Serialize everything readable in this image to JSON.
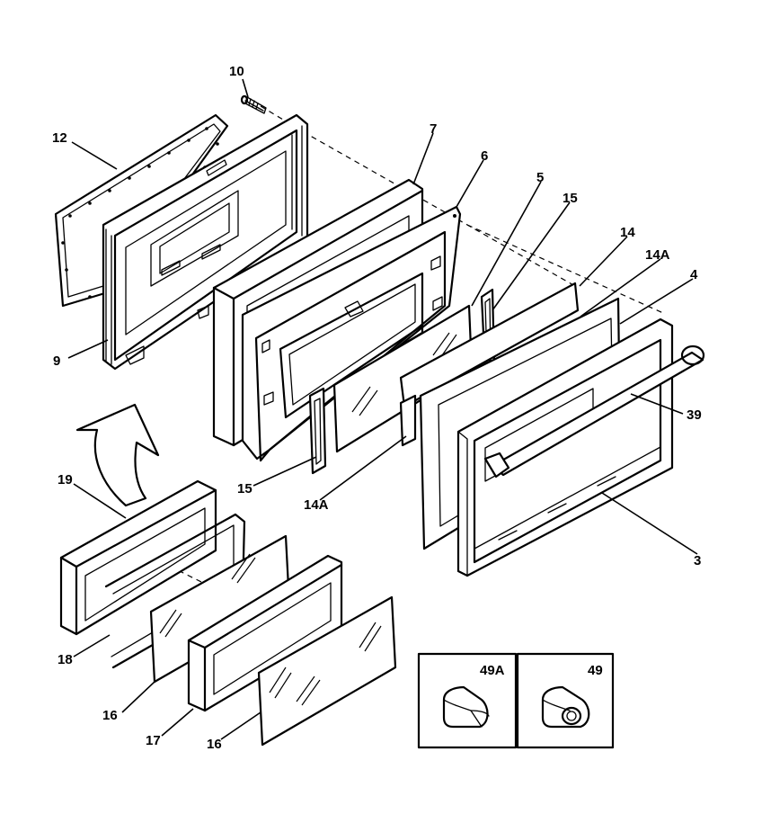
{
  "diagram": {
    "part_labels": {
      "p3": "3",
      "p4": "4",
      "p5": "5",
      "p6": "6",
      "p7": "7",
      "p9": "9",
      "p10": "10",
      "p12": "12",
      "p14": "14",
      "p14a_right": "14A",
      "p14a_center": "14A",
      "p15_top": "15",
      "p15_bottom": "15",
      "p16_left": "16",
      "p16_right": "16",
      "p17": "17",
      "p18": "18",
      "p19": "19",
      "p39": "39",
      "p49": "49",
      "p49a": "49A"
    },
    "icons": {
      "arrow": "curved-arrow-icon",
      "knob": "knob-icon"
    }
  }
}
